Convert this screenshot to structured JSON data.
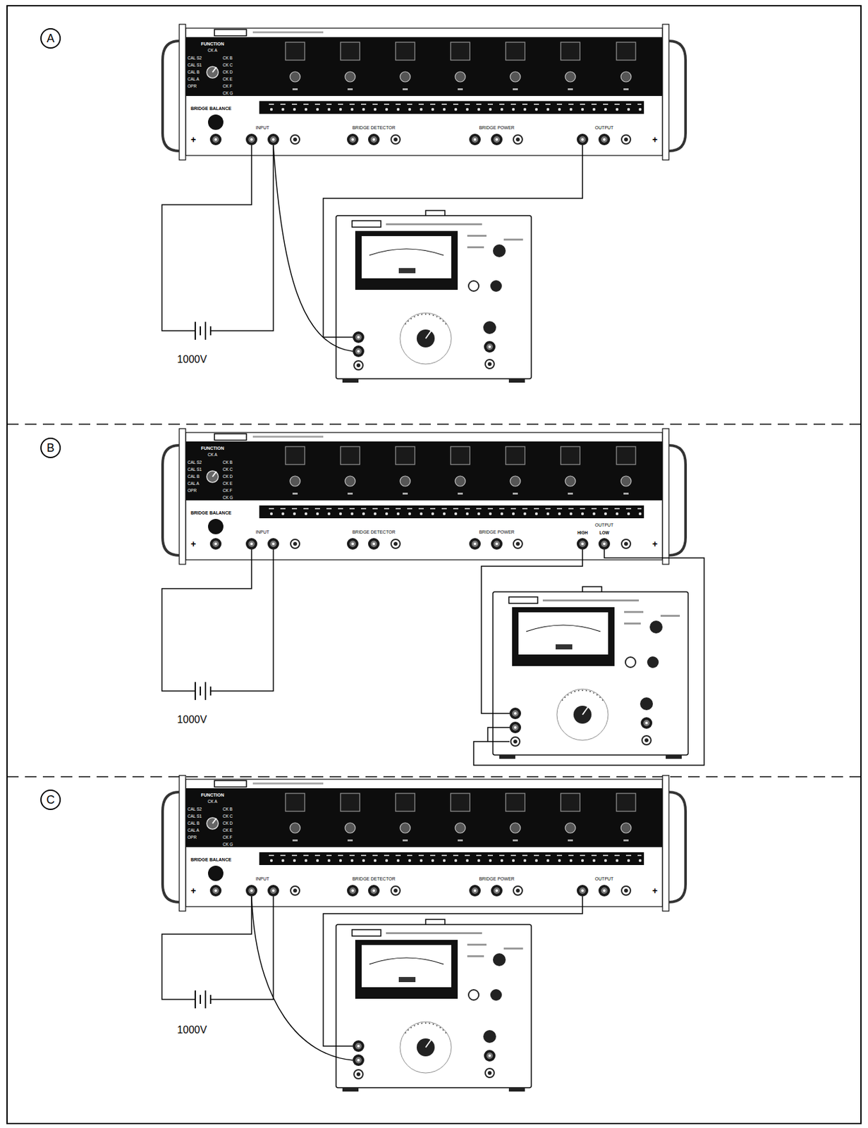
{
  "diagram": {
    "nodes": [
      {
        "text": [
          "A"
        ]
      },
      {
        "text": [
          "B"
        ]
      },
      {
        "text": [
          "C"
        ]
      }
    ],
    "labels": [
      "FUNCTION",
      "CK A",
      "CAL S2",
      "CAL S1",
      "CAL B",
      "CAL A",
      "OPR",
      "CK B",
      "CK C",
      "CK D",
      "CK E",
      "CK F",
      "CK G",
      "BRIDGE BALANCE",
      "INPUT",
      "BRIDGE DETECTOR",
      "BRIDGE POWER",
      "OUTPUT",
      "+",
      "+",
      "1000V",
      "FUNCTION",
      "CK A",
      "CAL S2",
      "CAL S1",
      "CAL B",
      "CAL A",
      "OPR",
      "CK B",
      "CK C",
      "CK D",
      "CK E",
      "CK F",
      "CK G",
      "BRIDGE BALANCE",
      "INPUT",
      "BRIDGE DETECTOR",
      "BRIDGE POWER",
      "OUTPUT",
      "+",
      "+",
      "1000V",
      "HIGH",
      "LOW",
      "FUNCTION",
      "CK A",
      "CAL S2",
      "CAL S1",
      "CAL B",
      "CAL A",
      "OPR",
      "CK B",
      "CK C",
      "CK D",
      "CK E",
      "CK F",
      "CK G",
      "BRIDGE BALANCE",
      "INPUT",
      "BRIDGE DETECTOR",
      "BRIDGE POWER",
      "OUTPUT",
      "+",
      "+",
      "1000V"
    ]
  }
}
